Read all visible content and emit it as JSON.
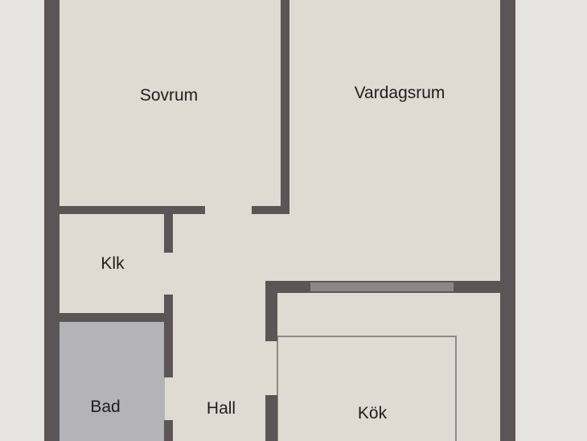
{
  "plan": {
    "colors": {
      "background": "#e6e4e2",
      "floor": "#dfdbd3",
      "wall": "#5c5557",
      "bathroom": "#b3b3b8",
      "window": "#8d8687"
    },
    "rooms": {
      "bedroom": "Sovrum",
      "living_room": "Vardagsrum",
      "closet": "Klk",
      "bathroom": "Bad",
      "hall": "Hall",
      "kitchen": "Kök"
    }
  }
}
